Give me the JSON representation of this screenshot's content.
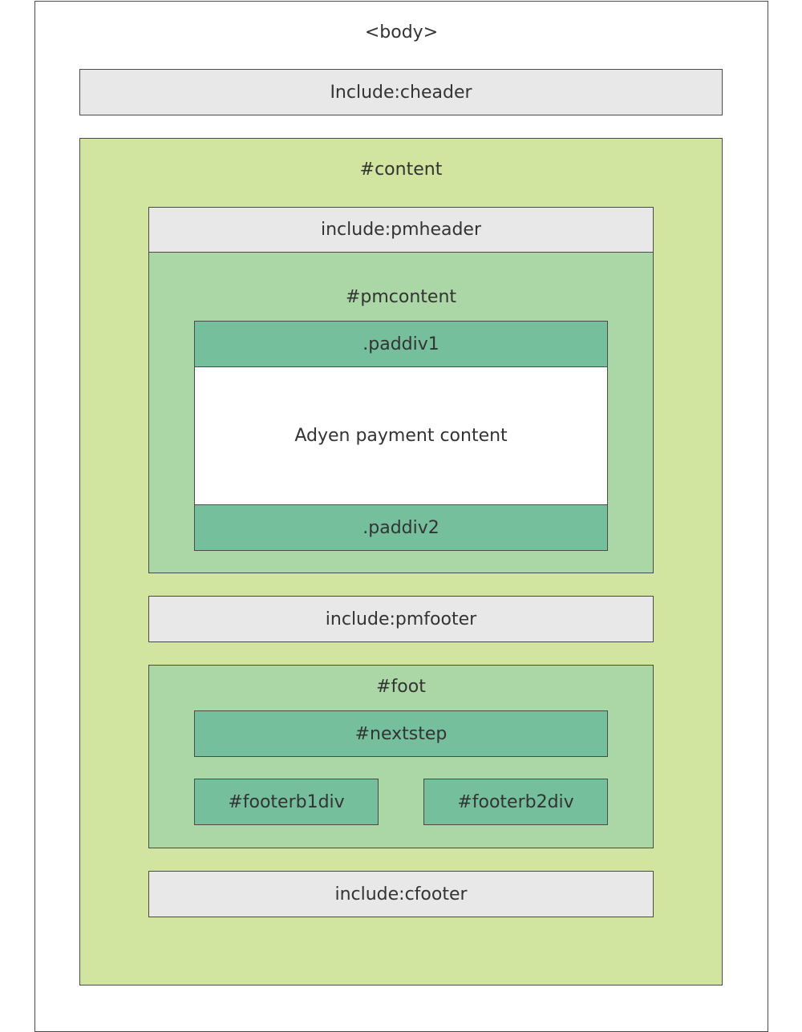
{
  "diagram": {
    "body": {
      "label": "<body>"
    },
    "cheader": {
      "label": "Include:cheader"
    },
    "content": {
      "label": "#content",
      "pmheader": {
        "label": "include:pmheader"
      },
      "pmcontent": {
        "label": "#pmcontent",
        "paddiv1": {
          "label": ".paddiv1"
        },
        "payment": {
          "label": "Adyen payment content"
        },
        "paddiv2": {
          "label": ".paddiv2"
        }
      },
      "pmfooter": {
        "label": "include:pmfooter"
      },
      "foot": {
        "label": "#foot",
        "nextstep": {
          "label": "#nextstep"
        },
        "footerb1div": {
          "label": "#footerb1div"
        },
        "footerb2div": {
          "label": "#footerb2div"
        }
      },
      "cfooter": {
        "label": "include:cfooter"
      }
    }
  },
  "colors": {
    "gray": "#e8e8e8",
    "lime": "#d1e4a0",
    "mint": "#abd6a5",
    "teal": "#75bf9d",
    "border": "#4a4a4a"
  }
}
